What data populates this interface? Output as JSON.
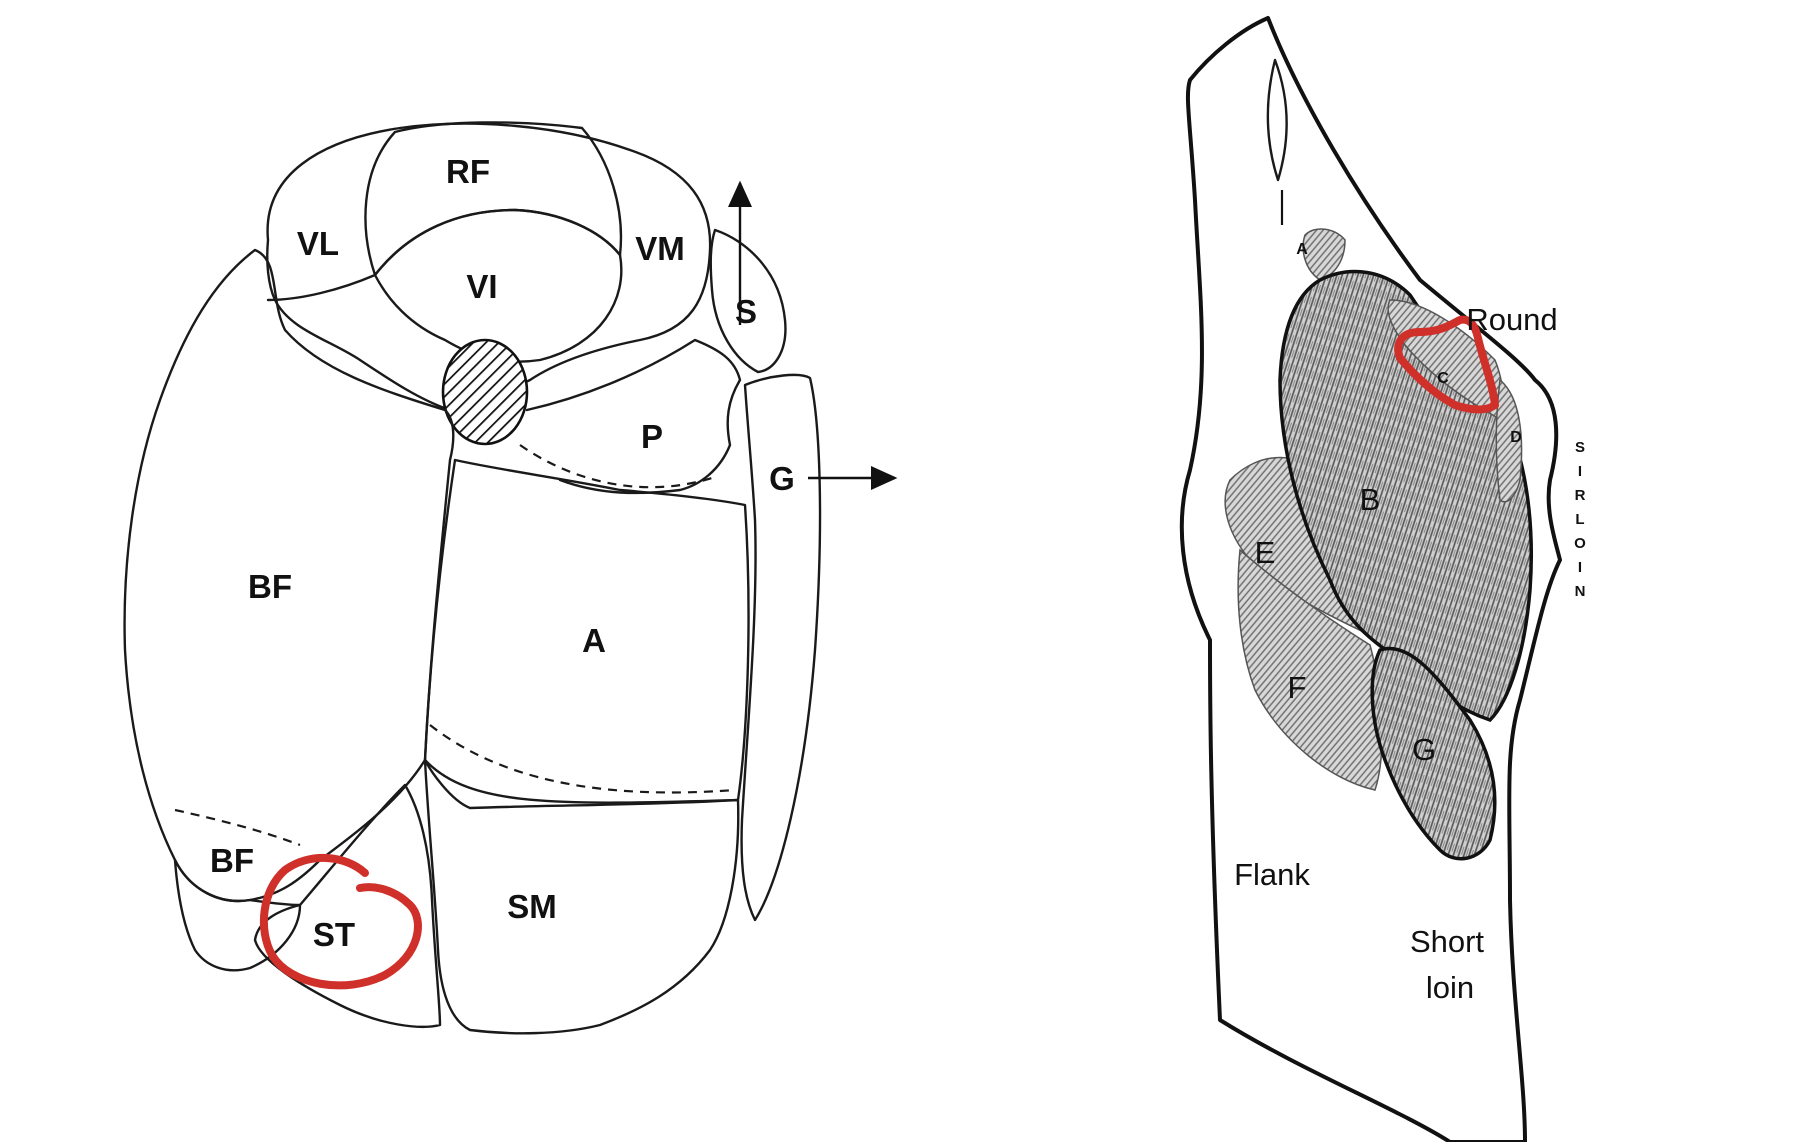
{
  "left_diagram": {
    "labels": {
      "rf": "RF",
      "vl": "VL",
      "vi": "VI",
      "vm": "VM",
      "s": "S",
      "p": "P",
      "g": "G",
      "bf_main": "BF",
      "a": "A",
      "bf_small": "BF",
      "st": "ST",
      "sm": "SM"
    },
    "highlighted_muscle": "ST",
    "highlight_color": "#d0302a"
  },
  "right_diagram": {
    "labels": {
      "a": "A",
      "round": "Round",
      "c": "C",
      "d": "D",
      "b": "B",
      "e": "E",
      "f": "F",
      "g": "G",
      "flank": "Flank",
      "short_line1": "Short",
      "short_line2": "loin",
      "sirloin_letters": [
        "S",
        "I",
        "R",
        "L",
        "O",
        "I",
        "N"
      ]
    },
    "highlighted_muscle": "C",
    "highlight_color": "#d0302a"
  }
}
